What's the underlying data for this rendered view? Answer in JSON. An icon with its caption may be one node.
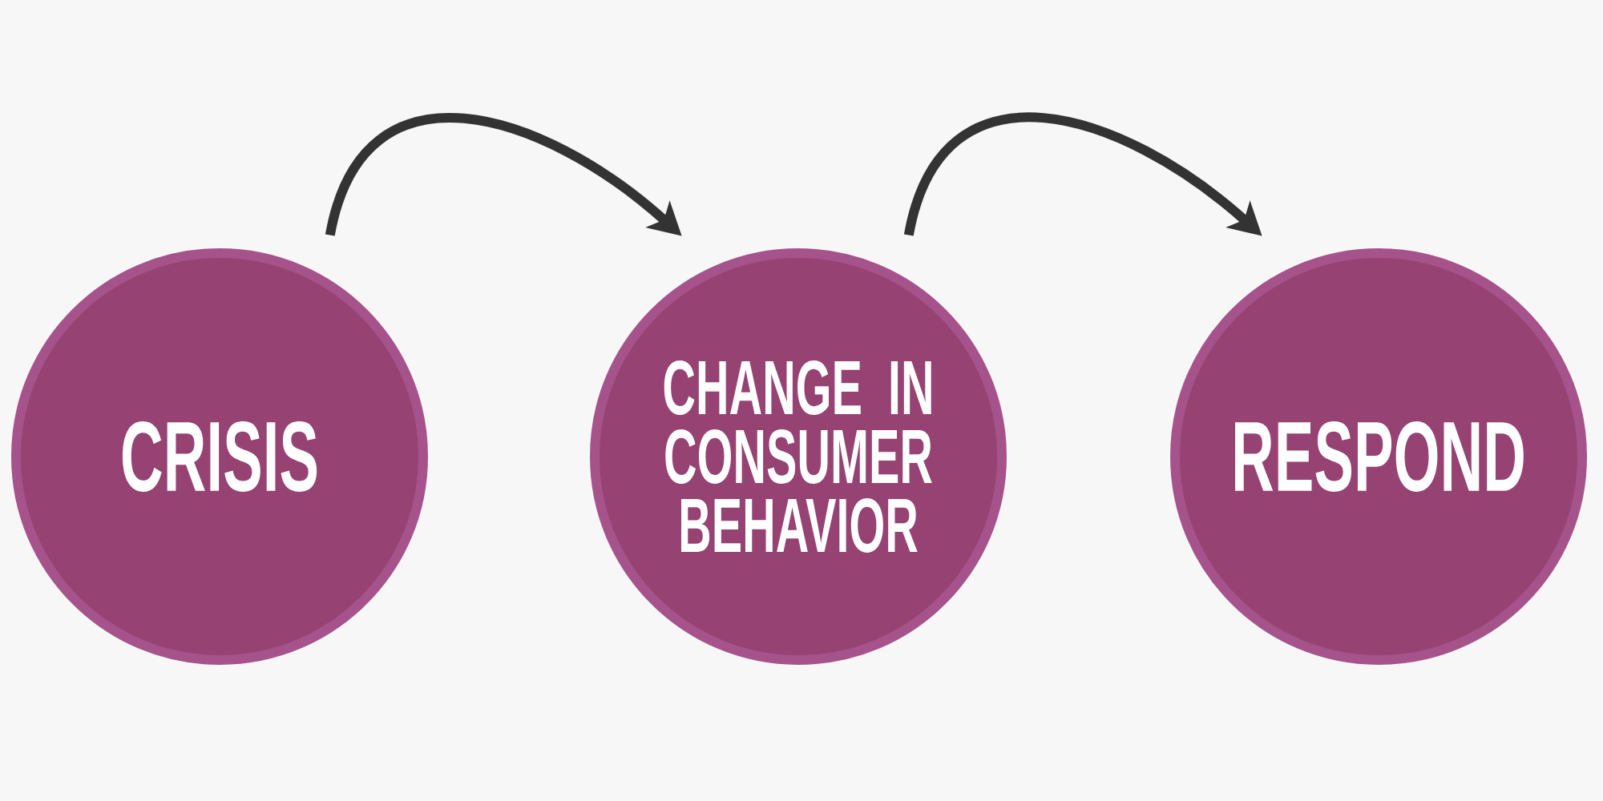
{
  "diagram": {
    "nodes": [
      {
        "text": [
          "CRISIS"
        ]
      },
      {
        "text": [
          "CHANGE IN CONSUMER BEHAVIOR"
        ]
      },
      {
        "text": [
          "RESPOND"
        ]
      }
    ],
    "edges": [
      {
        "from": 0,
        "to": 1,
        "arrow": "to"
      },
      {
        "from": 1,
        "to": 2,
        "arrow": "to"
      }
    ]
  }
}
